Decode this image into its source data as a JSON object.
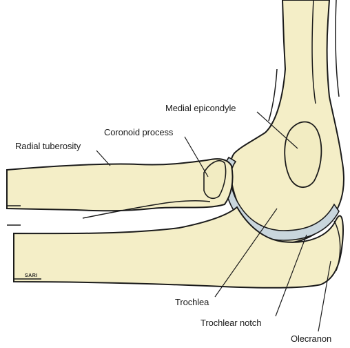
{
  "labels": {
    "medial_epicondyle": "Medial epicondyle",
    "coronoid_process": "Coronoid process",
    "radial_tuberosity": "Radial tuberosity",
    "trochlea": "Trochlea",
    "trochlear_notch": "Trochlear notch",
    "olecranon": "Olecranon"
  },
  "signature": "SARI",
  "colors": {
    "bone_fill": "#f4eec7",
    "cartilage_fill": "#c9d6dd",
    "outline": "#1a1a1a",
    "background": "#ffffff"
  }
}
